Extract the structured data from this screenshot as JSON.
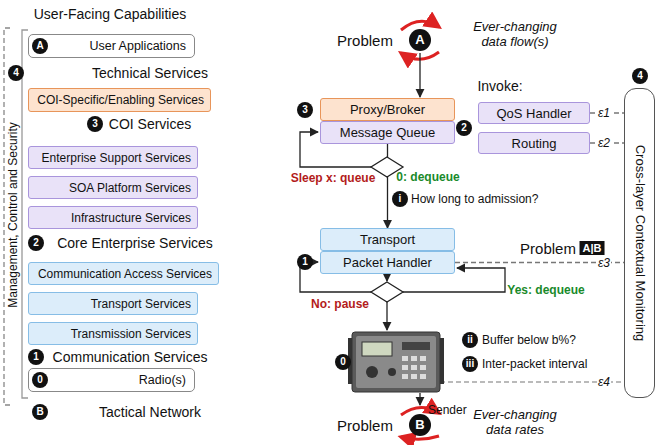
{
  "diagram": {
    "nodes": [
      {
        "text": [
          "User Applications"
        ]
      },
      {
        "text": [
          "COI-Specific/Enabling Services"
        ]
      },
      {
        "text": [
          "Enterprise Support Services"
        ]
      },
      {
        "text": [
          "SOA Platform Services"
        ]
      },
      {
        "text": [
          "Infrastructure Services"
        ]
      },
      {
        "text": [
          "Communication Access Services"
        ]
      },
      {
        "text": [
          "Transport Services"
        ]
      },
      {
        "text": [
          "Transmission Services"
        ]
      },
      {
        "text": [
          "Radio(s)"
        ]
      },
      {
        "text": [
          "Proxy/Broker"
        ]
      },
      {
        "text": [
          "Message Queue"
        ]
      },
      {
        "text": [
          "QoS Handler"
        ]
      },
      {
        "text": [
          "Routing"
        ]
      },
      {
        "text": [
          "Transport"
        ]
      },
      {
        "text": [
          "Packet Handler"
        ]
      },
      {
        "text": [
          "Cross-layer Contextual Monitoring"
        ]
      }
    ],
    "edges": [
      {
        "from": 10,
        "to": 13,
        "arrow": "to"
      },
      {
        "from": 11,
        "to": 15,
        "label": "ε1",
        "arrow": "none"
      },
      {
        "from": 12,
        "to": 15,
        "label": "ε2",
        "arrow": "none"
      },
      {
        "from": 14,
        "to": 15,
        "label": "ε3",
        "arrow": "none"
      }
    ],
    "labels": [
      "User-Facing Capabilities",
      "A",
      "4",
      "Technical Services",
      "3",
      "COI Services",
      "2",
      "Core Enterprise Services",
      "1",
      "Communication Services",
      "0",
      "B",
      "Tactical Network",
      "Management, Control and Security",
      "Problem",
      "A",
      "Ever-changing data flow(s)",
      "3",
      "Invoke:",
      "2",
      "Sleep x: queue",
      "0: dequeue",
      "i",
      "How long to admission?",
      "1",
      "Problem",
      "A|B",
      "No: pause",
      "Yes: dequeue",
      "ii",
      "Buffer below b%?",
      "iii",
      "Inter-packet interval",
      "0",
      "Sender",
      "ε4",
      "4",
      "Problem",
      "B",
      "Ever-changing data rates"
    ]
  }
}
